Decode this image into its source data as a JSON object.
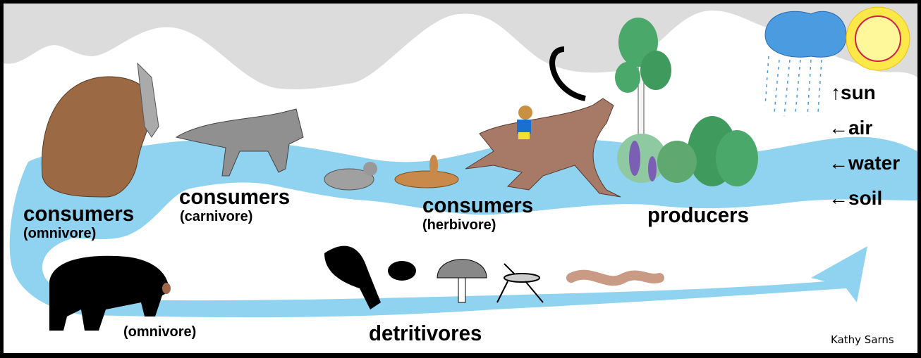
{
  "labels": {
    "omnivore_consumers": "consumers",
    "omnivore_consumers_sub": "(omnivore)",
    "carnivore_consumers": "consumers",
    "carnivore_consumers_sub": "(carnivore)",
    "herbivore_consumers": "consumers",
    "herbivore_consumers_sub": "(herbivore)",
    "producers": "producers",
    "black_bear_sub": "(omnivore)",
    "detritivores": "detritivores"
  },
  "inputs": [
    {
      "arrow": "↑",
      "label": "sun"
    },
    {
      "arrow": "←",
      "label": "air"
    },
    {
      "arrow": "←",
      "label": "water"
    },
    {
      "arrow": "←",
      "label": "soil"
    }
  ],
  "signature": "Kathy Sarns",
  "colors": {
    "river": "#8fd3f0",
    "sky": "#dcdcdc",
    "border": "#000000",
    "snow": "#ffffff"
  }
}
